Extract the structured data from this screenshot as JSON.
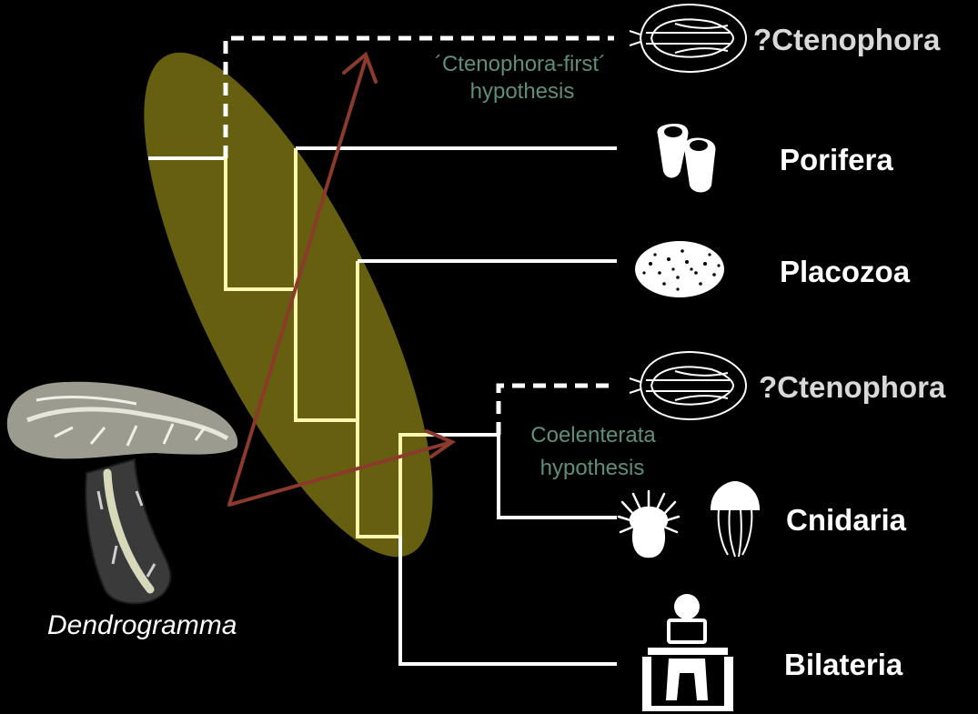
{
  "taxa": {
    "ctenophora_top": "?Ctenophora",
    "porifera": "Porifera",
    "placozoa": "Placozoa",
    "ctenophora_mid": "?Ctenophora",
    "cnidaria": "Cnidaria",
    "bilateria": "Bilateria"
  },
  "hypotheses": {
    "ctenophora_first_line1": "´Ctenophora-first´",
    "ctenophora_first_line2": "hypothesis",
    "coelenterata_line1": "Coelenterata",
    "coelenterata_line2": "hypothesis"
  },
  "fossil_label": "Dendrogramma",
  "colors": {
    "background": "#000000",
    "tree_line": "#ffffff",
    "highlight_line": "#fff6b0",
    "ellipse_fill": "#6b6410",
    "arrow": "#8b3a2b",
    "hypothesis_text": "#5e8f7a",
    "taxon_text": "#ffffff",
    "ctenophora_text": "#d9d9d9"
  },
  "icons": [
    "ctenophore-icon",
    "sponge-icon",
    "placozoan-icon",
    "sea-anemone-icon",
    "jellyfish-icon",
    "human-at-desk-icon",
    "dendrogramma-fossil-image"
  ]
}
